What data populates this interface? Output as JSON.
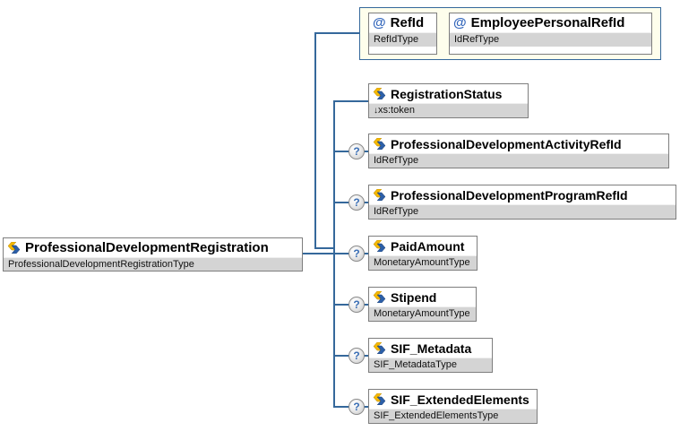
{
  "diagram": {
    "root": {
      "name": "ProfessionalDevelopmentRegistration",
      "type": "ProfessionalDevelopmentRegistrationType"
    },
    "attribute_group": {
      "attributes": [
        {
          "marker": "@",
          "name": "RefId",
          "type": "RefIdType"
        },
        {
          "marker": "@",
          "name": "EmployeePersonalRefId",
          "type": "IdRefType"
        }
      ]
    },
    "children": [
      {
        "name": "RegistrationStatus",
        "type_prefix": "↓",
        "type": "xs:token",
        "optional": false
      },
      {
        "name": "ProfessionalDevelopmentActivityRefId",
        "type": "IdRefType",
        "optional": true
      },
      {
        "name": "ProfessionalDevelopmentProgramRefId",
        "type": "IdRefType",
        "optional": true
      },
      {
        "name": "PaidAmount",
        "type": "MonetaryAmountType",
        "optional": true
      },
      {
        "name": "Stipend",
        "type": "MonetaryAmountType",
        "optional": true
      },
      {
        "name": "SIF_Metadata",
        "type": "SIF_MetadataType",
        "optional": true
      },
      {
        "name": "SIF_ExtendedElements",
        "type": "SIF_ExtendedElementsType",
        "optional": true
      }
    ],
    "optional_marker": "?",
    "icons": {
      "element_icon": "yellow-blue-chevron-glyph",
      "attribute_icon": "at-symbol",
      "optional_icon": "question-mark-circle",
      "restriction_icon": "down-arrow"
    },
    "colors": {
      "connector": "#35689B",
      "group_fill": "#FEFEEC",
      "box_border": "#7E7E7E",
      "subtitle_bg": "#D4D4D4",
      "at_blue": "#3366BB",
      "q_blue": "#3B6FB5"
    }
  }
}
